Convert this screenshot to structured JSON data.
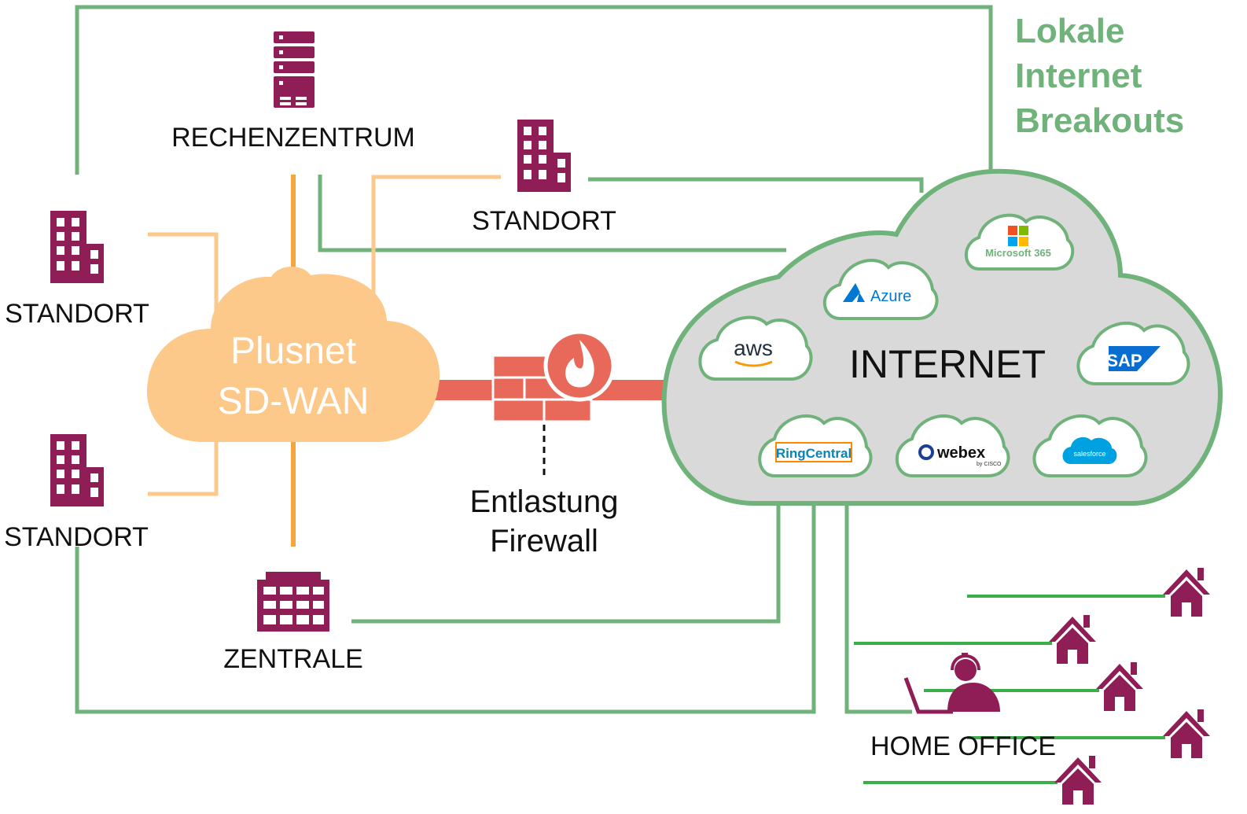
{
  "title": {
    "line1": "Lokale",
    "line2": "Internet",
    "line3": "Breakouts"
  },
  "sdwan": {
    "line1": "Plusnet",
    "line2": "SD-WAN"
  },
  "internet": {
    "label": "INTERNET"
  },
  "firewall": {
    "line1": "Entlastung",
    "line2": "Firewall"
  },
  "nodes": {
    "datacenter": "RECHENZENTRUM",
    "site_top": "STANDORT",
    "site_left_upper": "STANDORT",
    "site_left_lower": "STANDORT",
    "headquarters": "ZENTRALE",
    "home_office": "HOME OFFICE"
  },
  "services": {
    "microsoft365": "Microsoft 365",
    "azure": "Azure",
    "aws": "aws",
    "sap": "SAP",
    "ringcentral": "RingCentral",
    "webex": "webex",
    "webex_sub": "by CISCO",
    "salesforce": "salesforce"
  },
  "colors": {
    "green_line": "#6fb27a",
    "orange_line": "#f4a53d",
    "light_orange": "#fcc98a",
    "building": "#8e1e55",
    "firewall": "#e8685a",
    "cloud_grey": "#d9d9d9"
  },
  "icons": {
    "datacenter": "server-rack-icon",
    "site": "office-building-icon",
    "headquarters": "headquarters-building-icon",
    "firewall": "firewall-flame-icon",
    "home": "house-icon",
    "home_worker": "person-with-laptop-icon"
  }
}
